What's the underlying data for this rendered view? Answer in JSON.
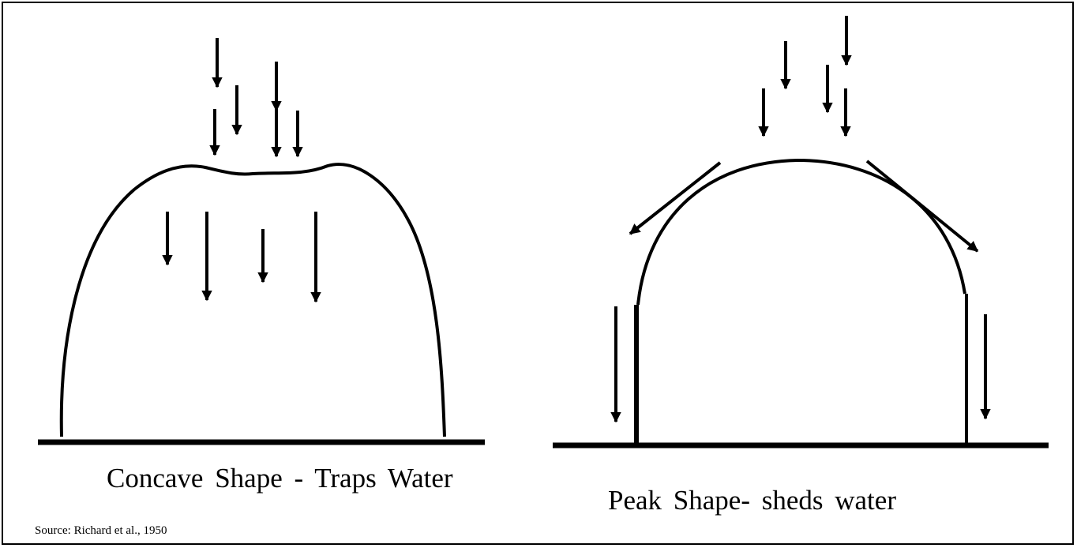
{
  "diagram": {
    "left_panel": {
      "caption": "Concave Shape - Traps Water"
    },
    "right_panel": {
      "caption": "Peak Shape- sheds water"
    },
    "source": "Source: Richard et al., 1950",
    "colors": {
      "ink": "#000000",
      "background": "#ffffff"
    }
  }
}
